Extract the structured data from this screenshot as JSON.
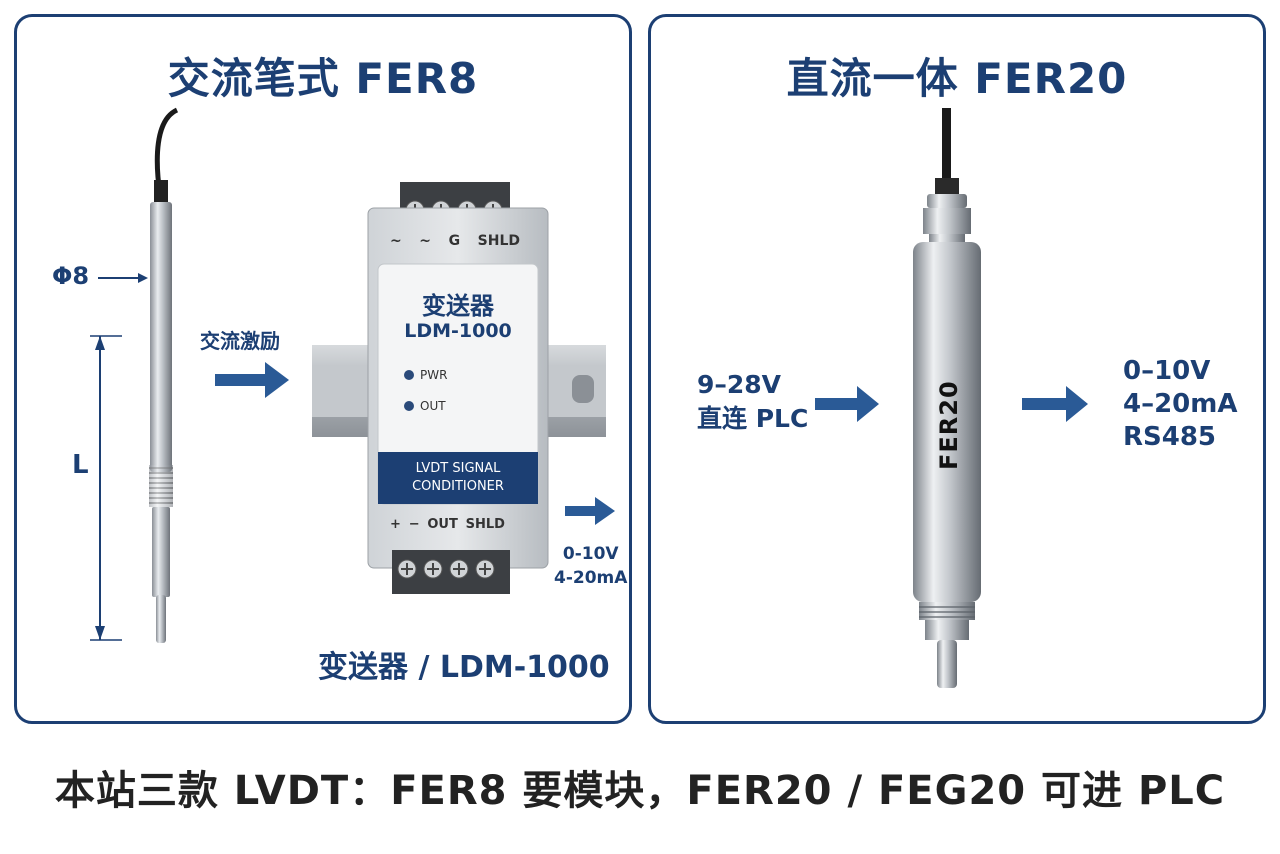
{
  "left_panel": {
    "title": "交流笔式 FER8",
    "diameter_label": "Φ8",
    "length_label": "L",
    "excitation_label": "交流激励",
    "module": {
      "top_terminals": [
        "~",
        "~",
        "G",
        "SHLD"
      ],
      "title": "变送器",
      "model": "LDM-1000",
      "leds": [
        "PWR",
        "OUT"
      ],
      "band_line1": "LVDT SIGNAL",
      "band_line2": "CONDITIONER",
      "bottom_terminals": [
        "+",
        "−",
        "OUT",
        "SHLD"
      ]
    },
    "output_line1": "0-10V",
    "output_line2": "4-20mA",
    "module_caption": "变送器 / LDM-1000"
  },
  "right_panel": {
    "title": "直流一体 FER20",
    "input_line1": "9–28V",
    "input_line2": "直连 PLC",
    "sensor_label": "FER20",
    "output_lines": [
      "0–10V",
      "4–20mA",
      "RS485"
    ]
  },
  "footer": {
    "caption": "本站三款  LVDT：FER8  要模块，FER20 / FEG20 可进 PLC"
  },
  "colors": {
    "brand_navy": "#1c3f73",
    "arrow_blue": "#2a5a96"
  }
}
